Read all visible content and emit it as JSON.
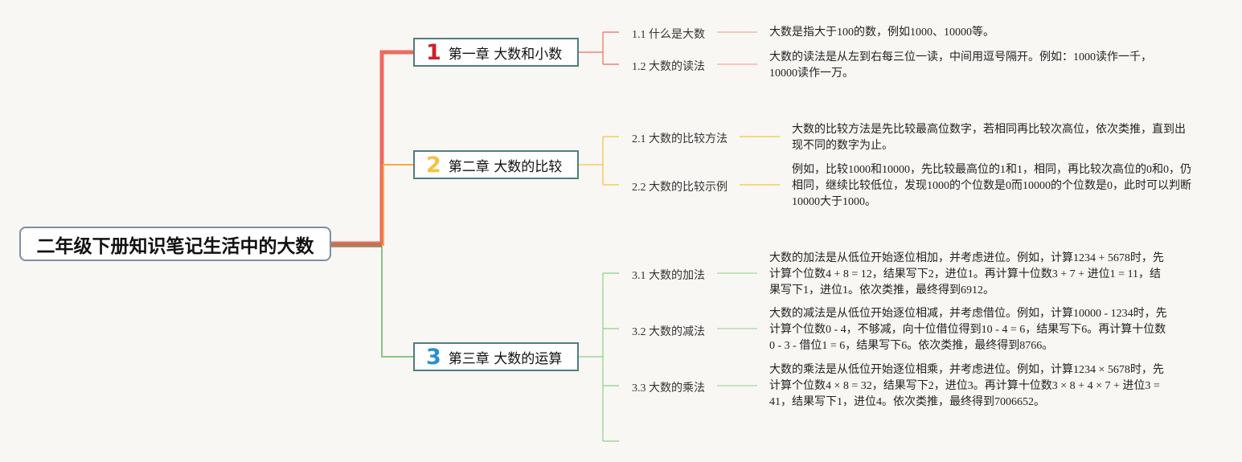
{
  "root": {
    "title": "二年级下册知识笔记生活中的大数"
  },
  "chapters": [
    {
      "number": "1",
      "title": "第一章 大数和小数",
      "color": "#f06a5c",
      "subs": [
        {
          "label": "1.1 什么是大数",
          "desc": "大数是指大于100的数，例如1000、10000等。"
        },
        {
          "label": "1.2 大数的读法",
          "desc": "大数的读法是从左到右每三位一读，中间用逗号隔开。例如：1000读作一千，10000读作一万。"
        }
      ]
    },
    {
      "number": "2",
      "title": "第二章 大数的比较",
      "color": "#f5c242",
      "subs": [
        {
          "label": "2.1 大数的比较方法",
          "desc": "大数的比较方法是先比较最高位数字，若相同再比较次高位，依次类推，直到出现不同的数字为止。"
        },
        {
          "label": "2.2 大数的比较示例",
          "desc": "例如，比较1000和10000，先比较最高位的1和1，相同，再比较次高位的0和0，仍相同，继续比较低位，发现1000的个位数是0而10000的个位数是0，此时可以判断10000大于1000。"
        }
      ]
    },
    {
      "number": "3",
      "title": "第三章 大数的运算",
      "color": "#5fb85a",
      "number_color": "#2a8fd0",
      "subs": [
        {
          "label": "3.1 大数的加法",
          "desc": "大数的加法是从低位开始逐位相加，并考虑进位。例如，计算1234 + 5678时，先计算个位数4 + 8 = 12，结果写下2，进位1。再计算十位数3 + 7 + 进位1 = 11，结果写下1，进位1。依次类推，最终得到6912。"
        },
        {
          "label": "3.2 大数的减法",
          "desc": "大数的减法是从低位开始逐位相减，并考虑借位。例如，计算10000 - 1234时，先计算个位数0 - 4，不够减，向十位借位得到10 - 4 = 6，结果写下6。再计算十位数0 - 3 - 借位1 = 6，结果写下6。依次类推，最终得到8766。"
        },
        {
          "label": "3.3 大数的乘法",
          "desc": "大数的乘法是从低位开始逐位相乘，并考虑进位。例如，计算1234 × 5678时，先计算个位数4 × 8 = 32，结果写下2，进位3。再计算十位数3 × 8 + 4 × 7 + 进位3 = 41，结果写下1，进位4。依次类推，最终得到7006652。"
        }
      ]
    }
  ]
}
